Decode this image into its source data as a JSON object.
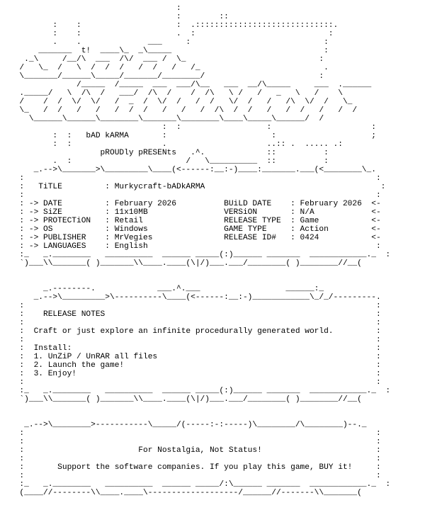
{
  "lines": [
    "                                   :",
    "                                   :        ::",
    "         :    :                    :  .:::::::::::::::::::::::::::::.",
    "         :    :                    .  :                            :",
    "         .    .              ___     :                            :",
    "      _______  t!  ____\\_  _\\_____                                :",
    "   ._\\     /__/\\  ___  /\\/  ___ /  \\_                            :",
    "  /   \\_  /   \\  /  /  /   /  /   /   /_                          .",
    "  \\_______/______\\_____/_______/________/                        :",
    "              /_____  /_____  ___  ___/\\__   ___  __/\\_____     ___  .______",
    "  ._____/   \\  /\\  /   ___/  /\\  /    /  /\\   \\ /   /   _   \\   /    \\",
    "  /    /  /  \\/  \\/   /  _  /  \\/  /   /  /   \\/  /   /   /\\  \\/  /   \\_",
    "  \\_   /  /   /   /   /  /  /   /   /   /  /\\  /  /   /   /  /   /   /  /",
    "    \\______\\______\\________\\_______\\________\\____\\_____\\______/  /",
    "                                :  :                  :                     :",
    "         :  :   bAD kARMA       :                      :                    ;",
    "         :  :                   .                     ..:: .  ..... .:",
    "                   pROUDly pRESENts   .^.             ::          :",
    "         .  :                        /   \\__________  ::          :",
    "     _.-->\\_______>\\_________\\____(<------:__:-)____:_______.___(<________\\_.",
    "  :                                                                          :",
    "  :   TiTLE         : Murkycraft-bADkARMA                                     :",
    "  :                                                                          :",
    "  : -> DATE         : February 2026          BUiLD DATE    : February 2026  <-",
    "  : -> SiZE         : 11x10MB                VERSiON       : N/A            <-",
    "  : -> PROTECTiON   : Retail                 RELEASE TYPE  : Game           <-",
    "  : -> OS           : Windows                GAME TYPE     : Action         <-",
    "  : -> PUBLISHER    : MrVegies               RELEASE ID#   : 0424           <-",
    "  : -> LANGUAGES    : English                                                :",
    "  :_   _.________   __________  ______ _____(:)______ _______  ____________._  :",
    "  `)___\\\\_______( )_______\\\\____.____(\\|/)___.___/________( )________//__( ",
    "",
    "",
    "       _.--------.             ___.^.___                  ______:_",
    "     _.-->\\_________>\\----------\\____(<------:__:-)____________\\_/_/---------.",
    "  :                                                                          :",
    "  :    RELEASE NOTES                                                         :",
    "  :                                                                          :",
    "  :  Craft or just explore an infinite procedurally generated world.         :",
    "  :                                                                          :",
    "  :  Install:                                                                :",
    "  :  1. UnZiP / UnRAR all files                                              :",
    "  :  2. Launch the game!                                                     :",
    "  :  3. Enjoy!                                                               :",
    "  :                                                                          :",
    "  :_   _.________   __________  ______ _____(:)______ _______  ____________._  :",
    "  `)___\\\\_______( )_______\\\\____.____(\\|/)___.___/________( )________//__( ",
    "",
    "",
    "   _.-->\\________>-----------\\_____/(-----:-:-----)\\________/\\________)--._",
    "  :                                                                          :",
    "  :                                                                          :",
    "  :                        For Nostalgia, Not Status!                        :",
    "  :                                                                          :",
    "  :       Support the software companies. If you play this game, BUY it!     :",
    "  :                                                                          :",
    "  :_   _.________   __________  ______ _____/:\\______ _______  ____________._  :",
    "  (____//--------\\\\____.____\\-------------------/______//-------\\\\_______( ",
    ""
  ]
}
